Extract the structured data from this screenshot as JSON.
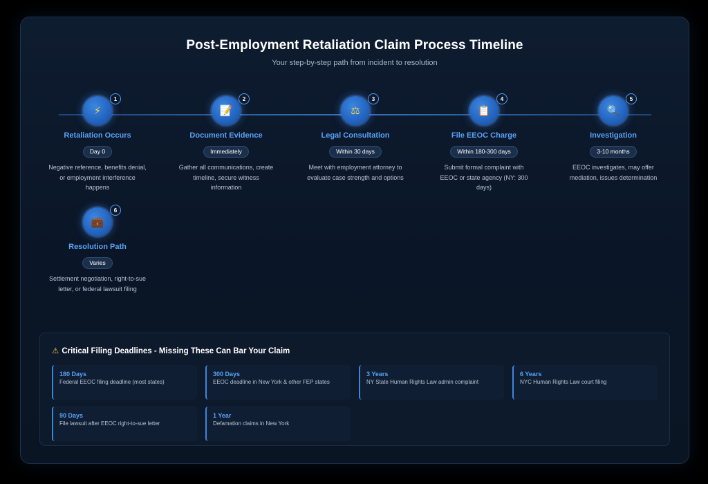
{
  "header": {
    "title": "Post-Employment Retaliation Claim Process Timeline",
    "subtitle": "Your step-by-step path from incident to resolution"
  },
  "steps": [
    {
      "number": "1",
      "icon": "lightning-icon",
      "glyph": "⚡",
      "title": "Retaliation Occurs",
      "timing": "Day 0",
      "description": "Negative reference, benefits denial, or employment interference happens"
    },
    {
      "number": "2",
      "icon": "memo-icon",
      "glyph": "📝",
      "title": "Document Evidence",
      "timing": "Immediately",
      "description": "Gather all communications, create timeline, secure witness information"
    },
    {
      "number": "3",
      "icon": "scales-icon",
      "glyph": "⚖",
      "title": "Legal Consultation",
      "timing": "Within 30 days",
      "description": "Meet with employment attorney to evaluate case strength and options"
    },
    {
      "number": "4",
      "icon": "clipboard-icon",
      "glyph": "📋",
      "title": "File EEOC Charge",
      "timing": "Within 180-300 days",
      "description": "Submit formal complaint with EEOC or state agency (NY: 300 days)"
    },
    {
      "number": "5",
      "icon": "magnifier-icon",
      "glyph": "🔍",
      "title": "Investigation",
      "timing": "3-10 months",
      "description": "EEOC investigates, may offer mediation, issues determination"
    },
    {
      "number": "6",
      "icon": "briefcase-icon",
      "glyph": "💼",
      "title": "Resolution Path",
      "timing": "Varies",
      "description": "Settlement negotiation, right-to-sue letter, or federal lawsuit filing"
    }
  ],
  "deadlines": {
    "title": "Critical Filing Deadlines - Missing These Can Bar Your Claim",
    "warning_glyph": "⚠",
    "items": [
      {
        "value": "180 Days",
        "description": "Federal EEOC filing deadline (most states)"
      },
      {
        "value": "300 Days",
        "description": "EEOC deadline in New York & other FEP states"
      },
      {
        "value": "3 Years",
        "description": "NY State Human Rights Law admin complaint"
      },
      {
        "value": "6 Years",
        "description": "NYC Human Rights Law court filing"
      },
      {
        "value": "90 Days",
        "description": "File lawsuit after EEOC right-to-sue letter"
      },
      {
        "value": "1 Year",
        "description": "Defamation claims in New York"
      }
    ]
  },
  "colors": {
    "accent": "#5aa2f5",
    "background": "#0a1627",
    "circle": "#2466c2",
    "warning": "#f5c842"
  }
}
